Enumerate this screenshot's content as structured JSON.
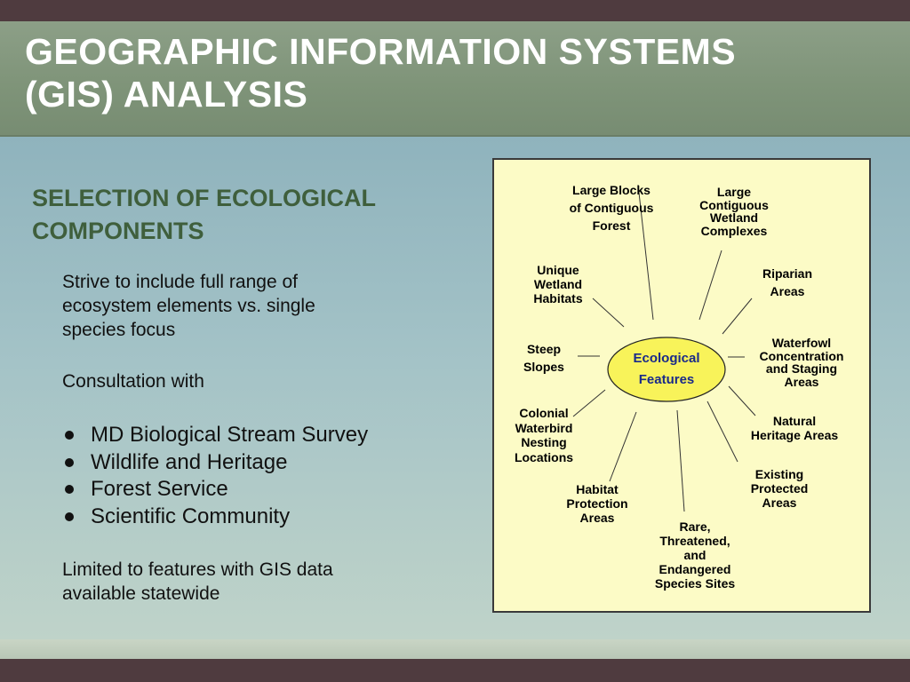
{
  "slide": {
    "title_line1": "GEOGRAPHIC INFORMATION SYSTEMS",
    "title_line2": "(GIS) ANALYSIS",
    "subtitle_line1": "SELECTION OF ECOLOGICAL",
    "subtitle_line2": "COMPONENTS",
    "para1": [
      "Strive to include full range of",
      "ecosystem elements vs. single",
      "species focus"
    ],
    "para2": "Consultation with",
    "bullets": [
      "MD Biological Stream Survey",
      "Wildlife and Heritage",
      "Forest Service",
      "Scientific Community"
    ],
    "para3": [
      "Limited to features with GIS data",
      "available statewide"
    ]
  },
  "diagram": {
    "center": [
      "Ecological",
      "Features"
    ],
    "nodes": [
      {
        "lines": [
          "Large Blocks",
          "of Contiguous",
          "Forest"
        ]
      },
      {
        "lines": [
          "Large",
          "Contiguous",
          "Wetland",
          "Complexes"
        ]
      },
      {
        "lines": [
          "Riparian",
          "Areas"
        ]
      },
      {
        "lines": [
          "Waterfowl",
          "Concentration",
          "and Staging",
          "Areas"
        ]
      },
      {
        "lines": [
          "Natural",
          "Heritage Areas"
        ]
      },
      {
        "lines": [
          "Existing",
          "Protected",
          "Areas"
        ]
      },
      {
        "lines": [
          "Rare,",
          "Threatened,",
          "and",
          "Endangered",
          "Species Sites"
        ]
      },
      {
        "lines": [
          "Habitat",
          "Protection",
          "Areas"
        ]
      },
      {
        "lines": [
          "Colonial",
          "Waterbird",
          "Nesting",
          "Locations"
        ]
      },
      {
        "lines": [
          "Steep",
          "Slopes"
        ]
      },
      {
        "lines": [
          "Unique",
          "Wetland",
          "Habitats"
        ]
      }
    ],
    "colors": {
      "panel_bg": "#fcfbc6",
      "ellipse_fill": "#f8f35a",
      "ellipse_text": "#1a2a8a"
    }
  }
}
